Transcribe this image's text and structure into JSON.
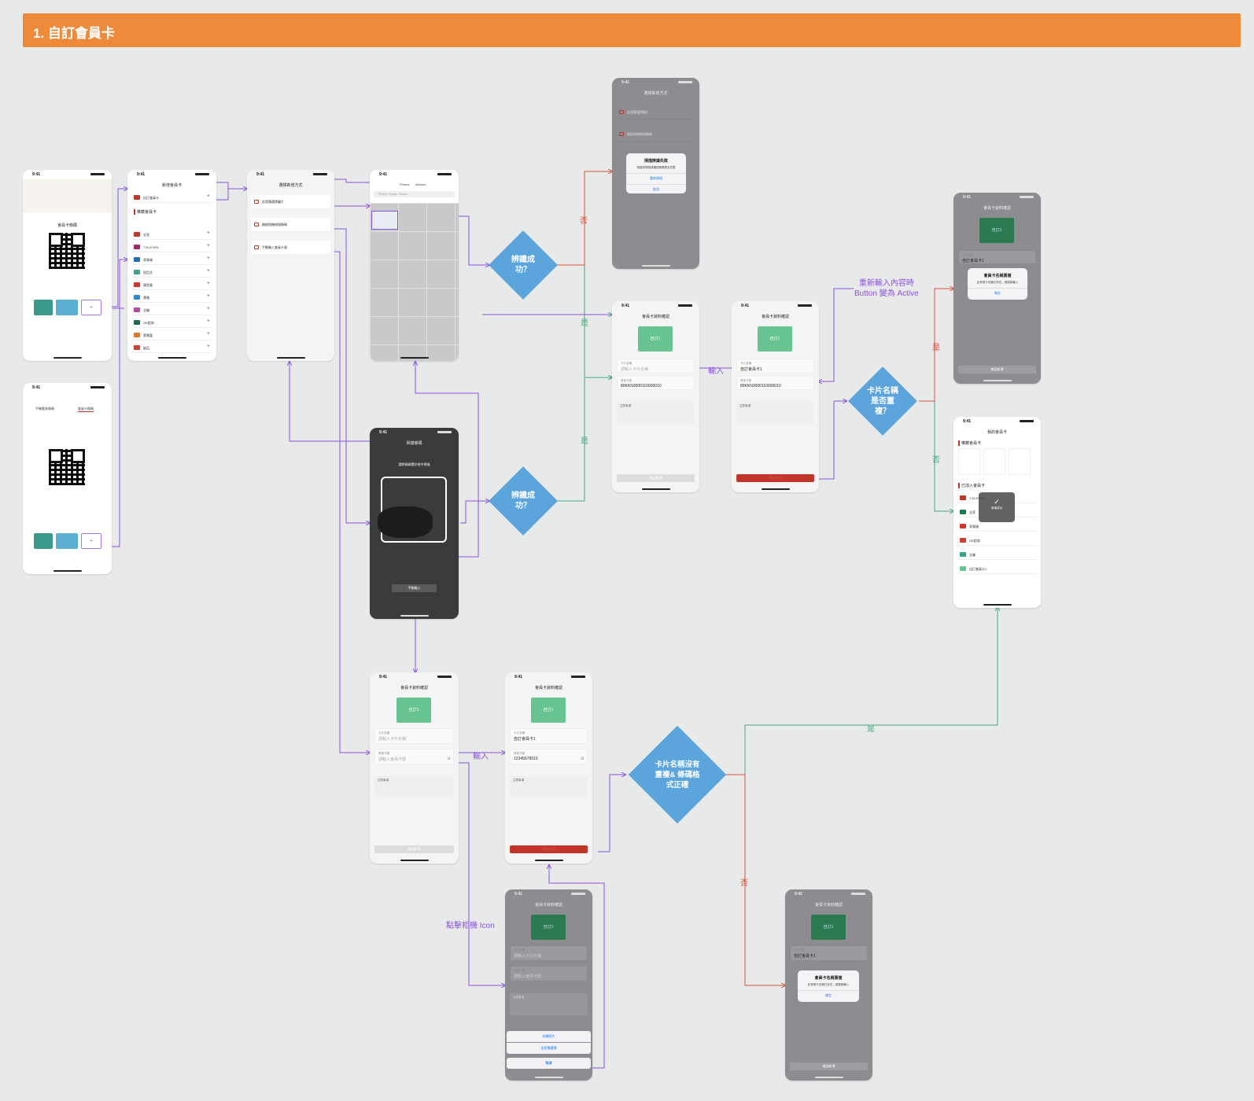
{
  "header": {
    "title": "1. 自訂會員卡"
  },
  "phones": {
    "time": "9:41",
    "home_title": "會員卡條碼",
    "member_code_title": "會員卡條碼",
    "tab_phone": "手機載具條碼",
    "tab_member": "會員卡條碼",
    "add_card_title": "新增會員卡",
    "popular_title": "推薦會員卡",
    "custom_card": "自訂會員卡",
    "method_title": "選擇新增方式",
    "method_options": [
      "從相簿選擇圖片",
      "開啟相機掃描條碼",
      "手動輸入會員卡號"
    ],
    "photos_tabs": [
      "Photos",
      "Albums"
    ],
    "photos_search": "Photos, People, Places...",
    "scan_title": "掃描條碼",
    "scan_hint": "請將條碼置於框中掃描",
    "scan_manual": "手動輸入",
    "fail_dialog_title": "掃描辨識失敗",
    "fail_dialog_msg": "請重新掃描或確認條碼是否完整",
    "fail_dialog_retry": "重新掃描",
    "fail_dialog_cancel": "取消",
    "confirm_title": "會員卡資料確認",
    "card_label": "自訂1",
    "card_name_label": "卡片名稱",
    "card_name_placeholder": "請輸入卡片名稱",
    "card_name_value": "自訂會員卡1",
    "card_no_label": "會員卡號",
    "card_no_placeholder": "請輸入會員卡號",
    "card_no_value": "12345678910",
    "card_no_scanned": "80KKN3000110000010",
    "note_title": "注意事項",
    "submit": "確認新增",
    "dup_dialog_title": "會員卡名稱重複",
    "dup_dialog_msg": "此會員卡名稱已存在，請重新輸入",
    "dup_dialog_ok": "確定",
    "sheet_options": [
      "拍攝照片",
      "從相簿選擇",
      "取消"
    ],
    "my_cards_title": "我的會員卡",
    "added_title": "已加入會員卡",
    "toast": "新增成功",
    "store_rows": [
      "全家",
      "7-ELEVEN",
      "家樂福",
      "屈臣氏",
      "康是美",
      "寶雅",
      "全聯",
      "OK超商",
      "萊爾富",
      "誠品"
    ]
  },
  "decisions": {
    "d1": "辨識成\n功？",
    "d2": "辨識成\n功？",
    "d3": "卡片名稱\n是否重\n複？",
    "d4": "卡片名稱沒有\n重複& 條碼格\n式正確"
  },
  "edge_labels": {
    "no1": "否",
    "yes1": "是",
    "yes2": "是",
    "input1": "輸入",
    "input2": "輸入",
    "yes3": "是",
    "no3": "否",
    "yes4": "是",
    "no4": "否",
    "reinput": "重新輸入內容時\nButton 變為 Active",
    "tap_camera": "點擊相機 Icon"
  },
  "colors": {
    "header": "#ee8a3a",
    "decision": "#5ba4dc",
    "flow_purple": "#8b53e0",
    "flow_green": "#44a87a",
    "flow_red": "#d8533a"
  }
}
